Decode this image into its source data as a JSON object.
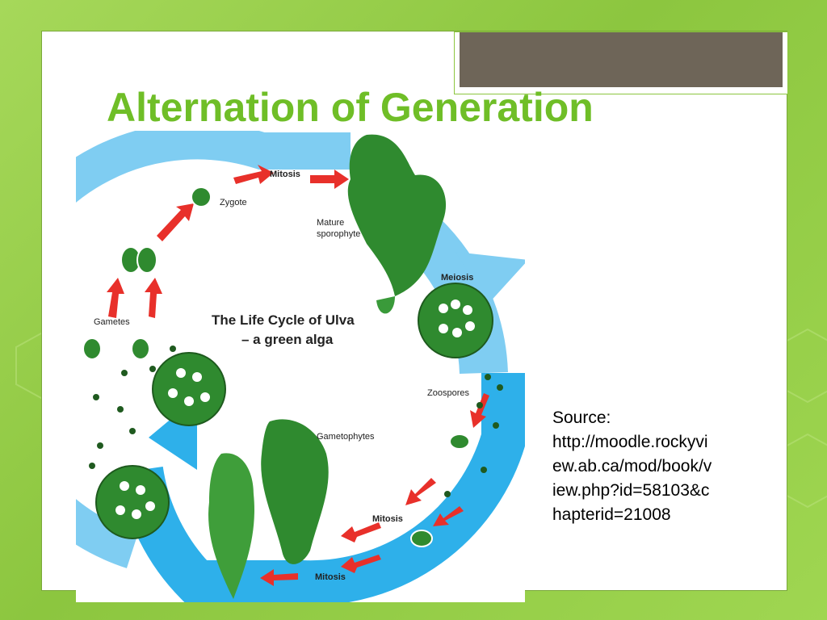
{
  "slide": {
    "title": "Alternation of Generation",
    "source": "Source:\nhttp://moodle.rockyvi\new.ab.ca/mod/book/v\niew.php?id=58103&c\nhapterid=21008"
  },
  "diagram": {
    "title_line1": "The Life Cycle of Ulva",
    "title_line2": "– a green alga",
    "labels": {
      "mitosis_top": "Mitosis",
      "zygote": "Zygote",
      "mature_line1": "Mature",
      "mature_line2": "sporophyte",
      "meiosis": "Meiosis",
      "zoospores": "Zoospores",
      "gametophytes": "Gametophytes",
      "mitosis_mid": "Mitosis",
      "mitosis_bottom": "Mitosis",
      "gametes": "Gametes"
    }
  },
  "colors": {
    "title_green": "#6fbe27",
    "cycle_blue": "#7fcdf2",
    "arrow_red": "#e8302a",
    "alga_green": "#2f8a2f",
    "top_bar": "#6e6558"
  }
}
